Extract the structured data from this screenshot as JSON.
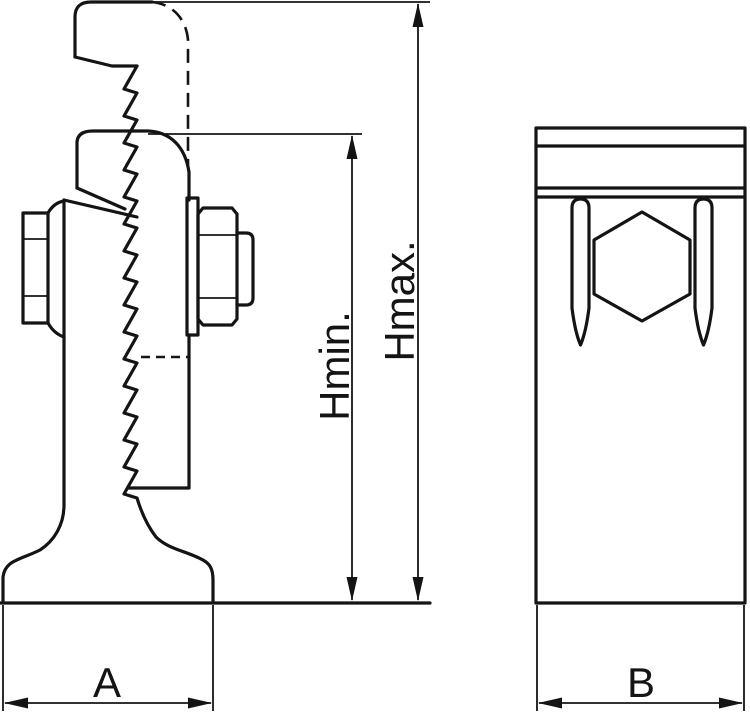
{
  "diagram": {
    "kind": "technical-drawing",
    "colors": {
      "line": "#141414",
      "background": "#ffffff"
    },
    "labels": {
      "width_front": "A",
      "width_side": "B",
      "height_min": "Hmin.",
      "height_max": "Hmax."
    }
  }
}
